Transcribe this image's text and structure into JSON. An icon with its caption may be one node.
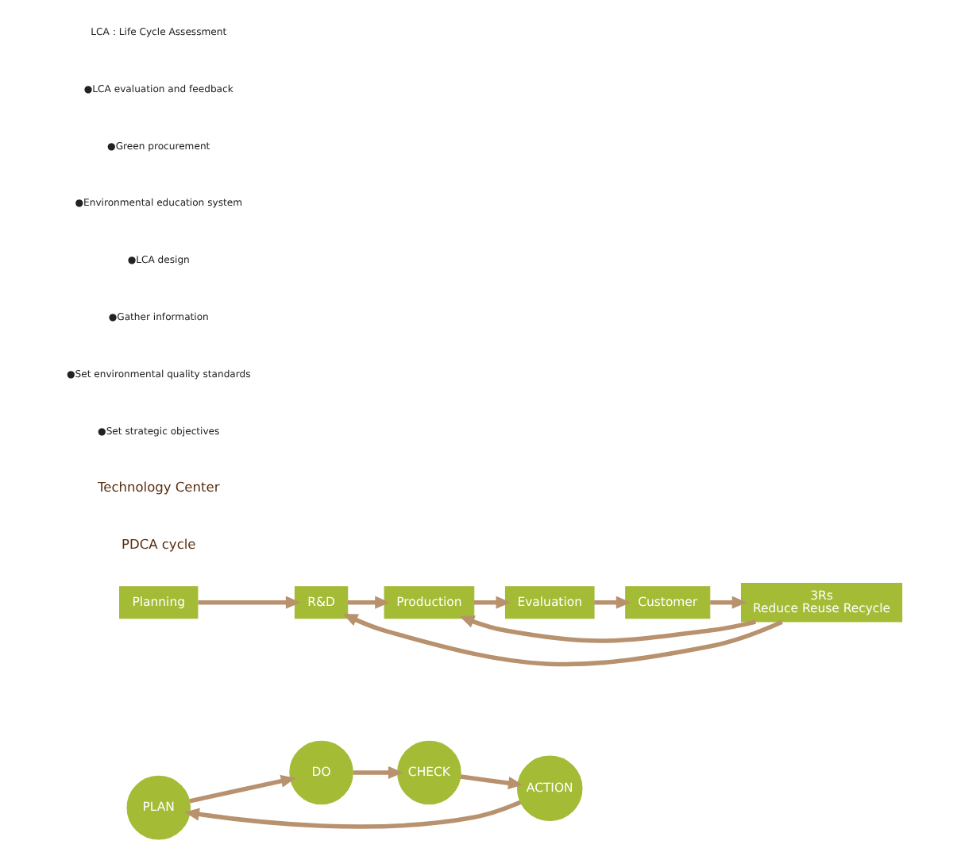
{
  "diagram": {
    "nodes": [
      {
        "text": [
          "PLAN"
        ]
      },
      {
        "text": [
          "ACTION"
        ]
      },
      {
        "text": [
          "DO"
        ]
      },
      {
        "text": [
          "CHECK"
        ]
      },
      {
        "text": [
          "Planning"
        ]
      },
      {
        "text": [
          "R&D"
        ]
      },
      {
        "text": [
          "Production"
        ]
      },
      {
        "text": [
          "Evaluation"
        ]
      },
      {
        "text": [
          "Customer"
        ]
      },
      {
        "text": [
          "3Rs",
          "Reduce Reuse Recycle"
        ]
      }
    ],
    "edges": [
      {
        "from": 0,
        "to": 2,
        "arrow": "to"
      },
      {
        "from": 2,
        "to": 3,
        "arrow": "to"
      },
      {
        "from": 3,
        "to": 1,
        "arrow": "to"
      },
      {
        "from": 1,
        "to": 0,
        "arrow": "to"
      },
      {
        "from": 4,
        "to": 5,
        "arrow": "to"
      },
      {
        "from": 5,
        "to": 6,
        "arrow": "to"
      },
      {
        "from": 6,
        "to": 7,
        "arrow": "to"
      },
      {
        "from": 7,
        "to": 8,
        "arrow": "to"
      },
      {
        "from": 8,
        "to": 9,
        "arrow": "to"
      },
      {
        "from": 9,
        "to": 5,
        "arrow": "to"
      },
      {
        "from": 9,
        "to": 6,
        "arrow": "to"
      }
    ],
    "labels": [
      "PDCA cycle",
      "Technology Center",
      "●Set strategic objectives",
      "●Set environmental quality standards",
      "●Gather information",
      "●LCA design",
      "●Environmental education system",
      "●Green procurement",
      "●LCA evaluation and feedback",
      "LCA：Life Cycle Assessment"
    ]
  }
}
